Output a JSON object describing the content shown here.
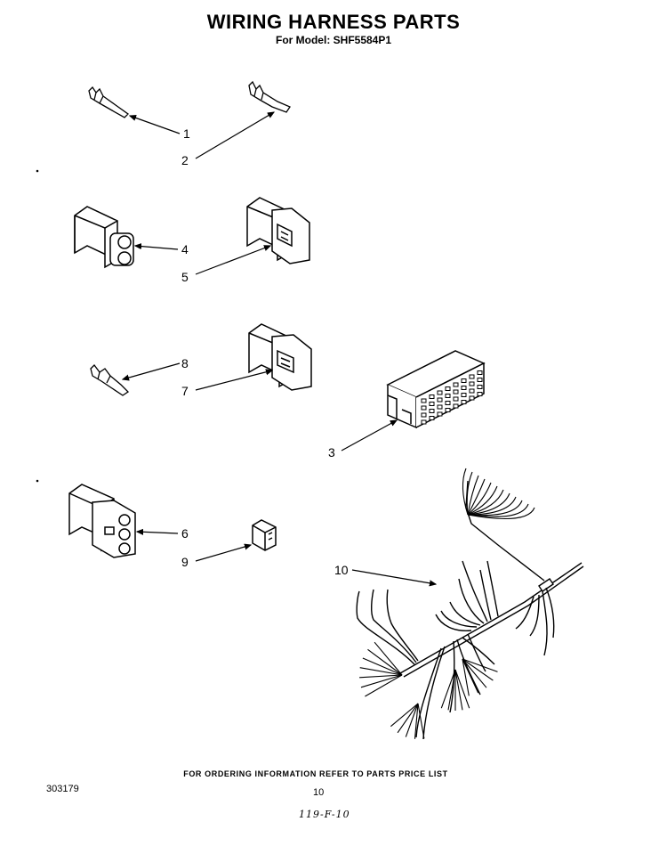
{
  "header": {
    "title": "WIRING HARNESS PARTS",
    "subtitle": "For Model: SHF5584P1"
  },
  "callouts": {
    "c1": "1",
    "c2": "2",
    "c3": "3",
    "c4": "4",
    "c5": "5",
    "c6": "6",
    "c7": "7",
    "c8": "8",
    "c9": "9",
    "c10": "10"
  },
  "footer": {
    "ordering_note": "FOR ORDERING INFORMATION REFER TO PARTS PRICE LIST",
    "doc_number": "303179",
    "page_number": "10",
    "handwritten_code": "119-F-10"
  }
}
